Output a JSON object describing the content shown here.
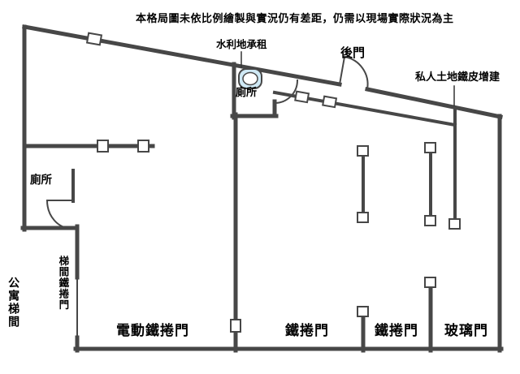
{
  "disclaimer": "本格局圖未依比例繪製與實況仍有差距，仍需以現場實際狀況為主",
  "labels": {
    "water_land_lease": "水利地承租",
    "back_door": "後門",
    "private_land_addition": "私人土地鐵皮增建",
    "toilet_upper": "廁所",
    "toilet_left": "廁所",
    "apartment_stairwell": "公寓梯間",
    "stairwell_roller_door": "梯間鐵捲門",
    "electric_roller_door": "電動鐵捲門",
    "roller_door_middle": "鐵捲門",
    "roller_door_right": "鐵捲門",
    "glass_door": "玻璃門"
  },
  "colors": {
    "wall": "#474747",
    "text": "#000000",
    "background": "#ffffff",
    "toilet_fill": "#cfe9f5"
  }
}
